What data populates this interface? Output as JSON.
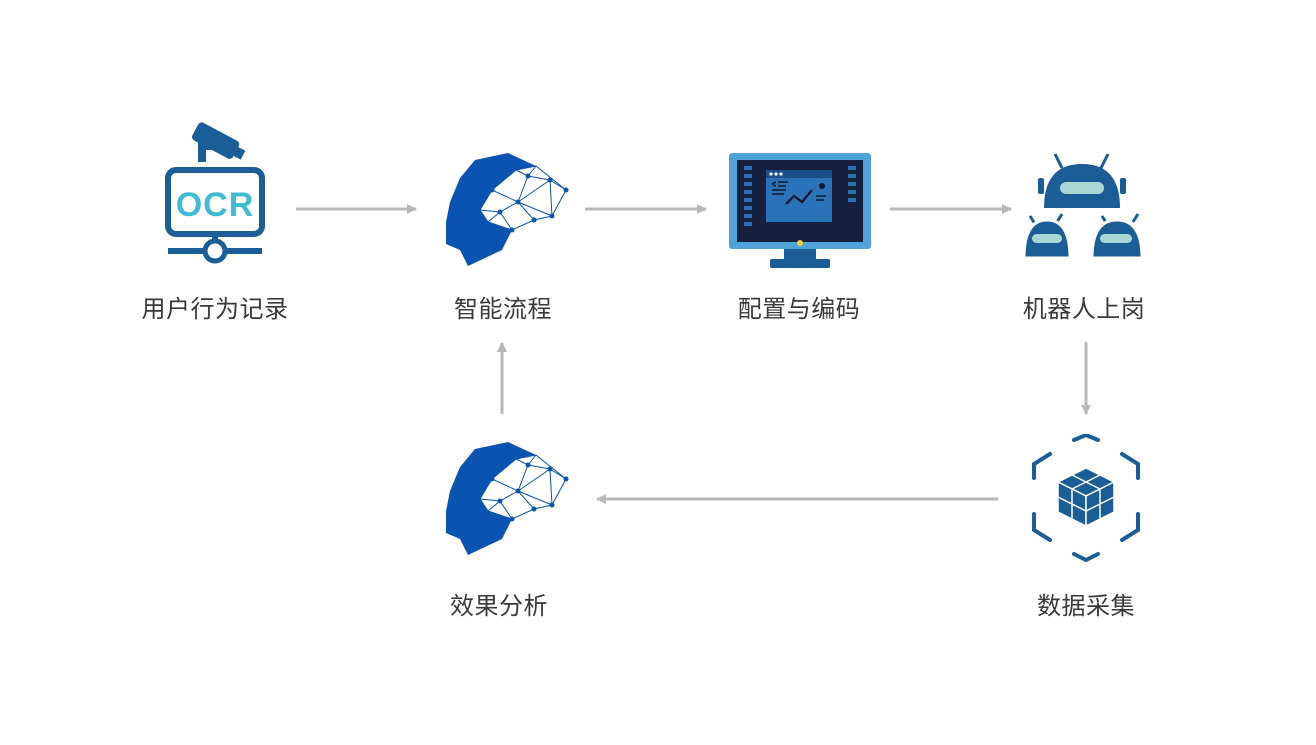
{
  "colors": {
    "primary": "#1b5d97",
    "brain": "#0a53b0",
    "teal": "#3fbcd4",
    "arrow": "#b8b8b8",
    "label_text": "#3a3a3a"
  },
  "nodes": [
    {
      "id": "record",
      "label": "用户行为记录",
      "icon": "ocr-camera-icon",
      "badge": "OCR"
    },
    {
      "id": "smart",
      "label": "智能流程",
      "icon": "ai-head-icon"
    },
    {
      "id": "config",
      "label": "配置与编码",
      "icon": "monitor-code-icon"
    },
    {
      "id": "robot",
      "label": "机器人上岗",
      "icon": "robots-icon"
    },
    {
      "id": "data",
      "label": "数据采集",
      "icon": "data-cubes-icon"
    },
    {
      "id": "effect",
      "label": "效果分析",
      "icon": "ai-head-icon"
    }
  ],
  "edges": [
    {
      "from": "record",
      "to": "smart"
    },
    {
      "from": "smart",
      "to": "config"
    },
    {
      "from": "config",
      "to": "robot"
    },
    {
      "from": "robot",
      "to": "data"
    },
    {
      "from": "data",
      "to": "effect"
    },
    {
      "from": "effect",
      "to": "smart"
    }
  ]
}
